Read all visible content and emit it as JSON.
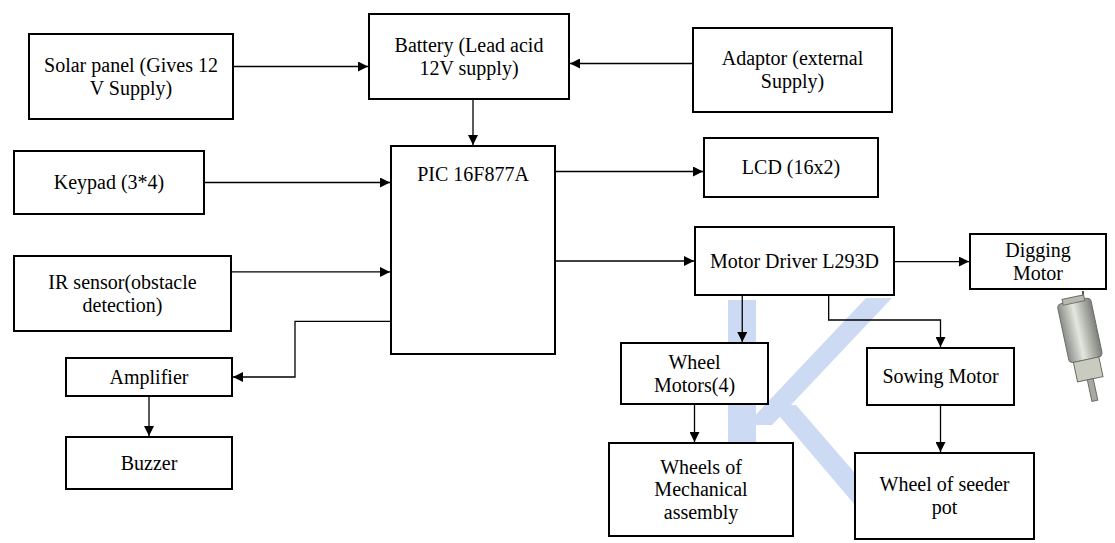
{
  "diagram": {
    "nodes": [
      {
        "text": [
          "Solar panel (Gives 12 V Supply)"
        ]
      },
      {
        "text": [
          "Battery (Lead acid 12V supply)"
        ]
      },
      {
        "text": [
          "Adaptor (external Supply)"
        ]
      },
      {
        "text": [
          "Keypad (3*4)"
        ]
      },
      {
        "text": [
          "PIC 16F877A"
        ]
      },
      {
        "text": [
          "LCD (16x2)"
        ]
      },
      {
        "text": [
          "IR sensor(obstacle detection)"
        ]
      },
      {
        "text": [
          "Motor Driver L293D"
        ]
      },
      {
        "text": [
          "Digging Motor"
        ]
      },
      {
        "text": [
          "Amplifier"
        ]
      },
      {
        "text": [
          "Wheel Motors(4)"
        ]
      },
      {
        "text": [
          "Sowing Motor"
        ]
      },
      {
        "text": [
          "Buzzer"
        ]
      },
      {
        "text": [
          "Wheels of Mechanical assembly"
        ]
      },
      {
        "text": [
          "Wheel of seeder pot"
        ]
      }
    ],
    "edges": [
      {
        "from": 0,
        "to": 1,
        "arrow": "to"
      },
      {
        "from": 2,
        "to": 1,
        "arrow": "to"
      },
      {
        "from": 1,
        "to": 4,
        "arrow": "to"
      },
      {
        "from": 3,
        "to": 4,
        "arrow": "to"
      },
      {
        "from": 6,
        "to": 4,
        "arrow": "to"
      },
      {
        "from": 4,
        "to": 9,
        "arrow": "to"
      },
      {
        "from": 9,
        "to": 12,
        "arrow": "to"
      },
      {
        "from": 4,
        "to": 5,
        "arrow": "to"
      },
      {
        "from": 4,
        "to": 7,
        "arrow": "to"
      },
      {
        "from": 7,
        "to": 8,
        "arrow": "to"
      },
      {
        "from": 7,
        "to": 10,
        "arrow": "to"
      },
      {
        "from": 7,
        "to": 11,
        "arrow": "to"
      },
      {
        "from": 10,
        "to": 13,
        "arrow": "to"
      },
      {
        "from": 11,
        "to": 14,
        "arrow": "to"
      }
    ]
  }
}
